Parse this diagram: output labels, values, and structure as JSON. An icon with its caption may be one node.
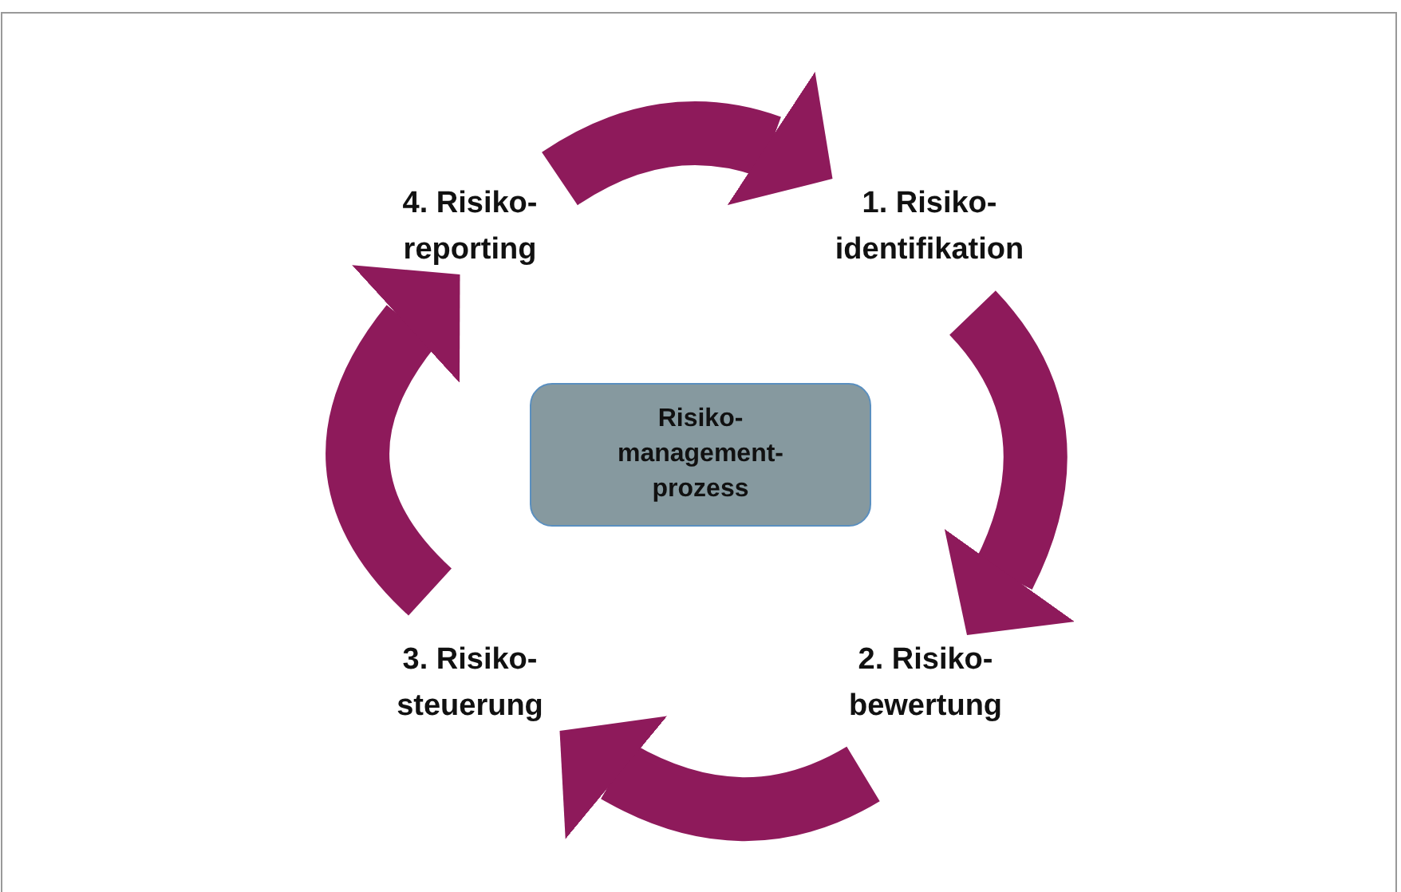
{
  "diagram": {
    "nodes": [
      {
        "text": [
          "Risiko- management- prozess"
        ]
      },
      {
        "text": [
          "1. Risiko- identifikation"
        ]
      },
      {
        "text": [
          "2. Risiko- bewertung"
        ]
      },
      {
        "text": [
          "3. Risiko- steuerung"
        ]
      },
      {
        "text": [
          "4. Risiko- reporting"
        ]
      }
    ],
    "edges": [
      {
        "from": 4,
        "to": 1,
        "arrow": "to"
      },
      {
        "from": 1,
        "to": 2,
        "arrow": "to"
      },
      {
        "from": 2,
        "to": 3,
        "arrow": "to"
      },
      {
        "from": 3,
        "to": 4,
        "arrow": "to"
      }
    ]
  }
}
